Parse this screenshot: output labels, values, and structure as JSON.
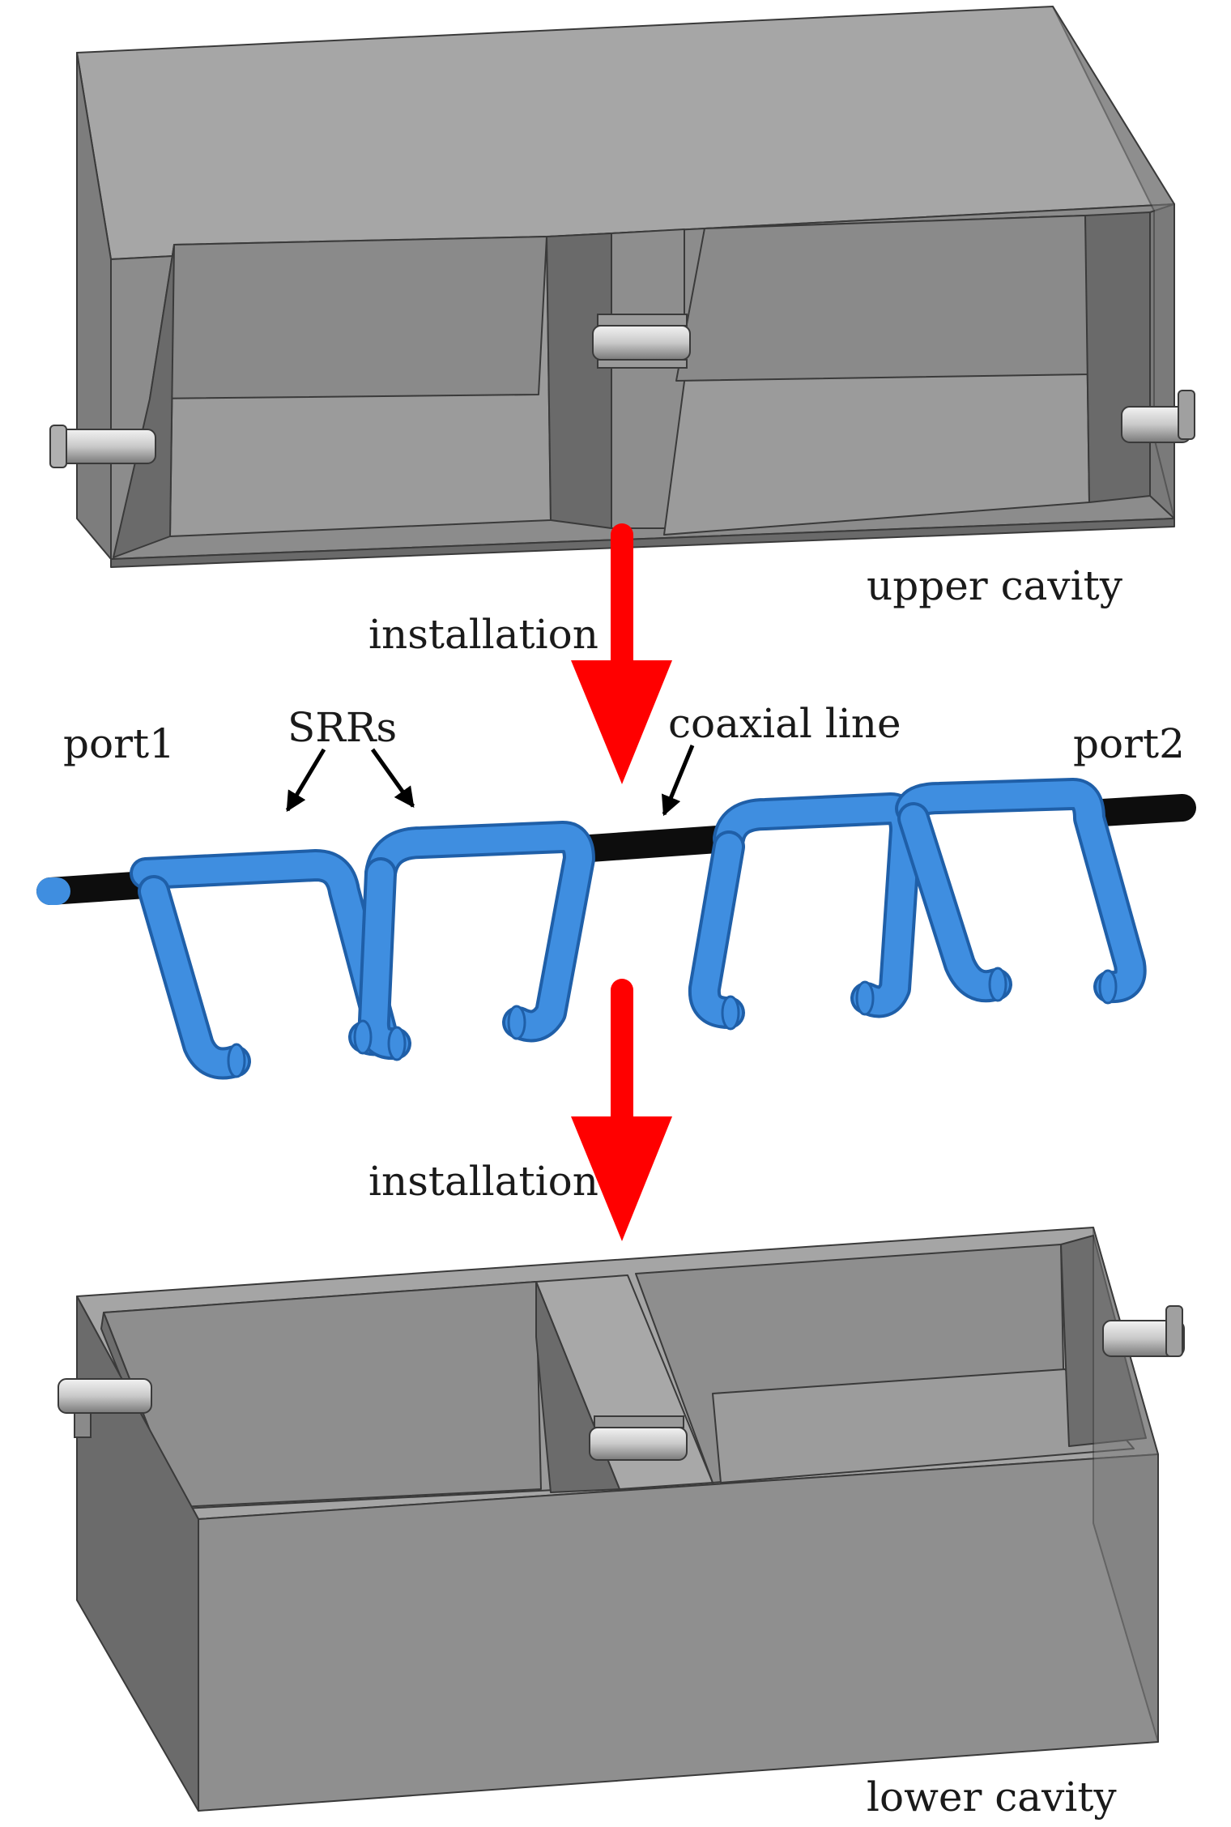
{
  "labels": {
    "upper_cavity": "upper cavity",
    "installation_top": "installation",
    "port1": "port1",
    "srrs": "SRRs",
    "coaxial_line": "coaxial line",
    "port2": "port2",
    "installation_bottom": "installation",
    "lower_cavity": "lower cavity"
  },
  "colors": {
    "cavity_light": "#a3a3a3",
    "cavity_mid": "#8e8e8e",
    "cavity_dark": "#6c6c6c",
    "srr_blue": "#3f8ee0",
    "coax_black": "#0d0d0d",
    "arrow_red": "#ff0000",
    "connector_silver": "#d4d4d4"
  }
}
